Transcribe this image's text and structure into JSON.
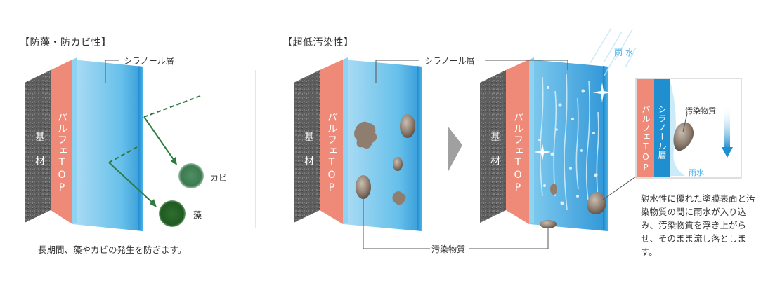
{
  "left_section": {
    "title": "【防藻・防カビ性】",
    "layer_label": "シラノール層",
    "substrate_label": "基 材",
    "coating_label": "パルフェTOP",
    "mold_label": "カビ",
    "algae_label": "藻",
    "caption": "長期間、藻やカビの発生を防ぎます。"
  },
  "right_section": {
    "title": "【超低汚染性】",
    "layer_label": "シラノール層",
    "substrate_label_1": "基 材",
    "substrate_label_2": "基 材",
    "coating_label_1": "パルフェTOP",
    "coating_label_2": "パルフェTOP",
    "rain_label": "雨 水",
    "dirt_label": "汚染物質",
    "inset": {
      "coating_label": "パルフェTOP",
      "layer_label": "シラノール層",
      "dirt_label": "汚染物質",
      "rain_label": "雨水"
    },
    "note": "親水性に優れた塗膜表面と汚染物質の間に雨水が入り込み、汚染物質を浮き上がらせ、そのまま流し落とします。"
  },
  "colors": {
    "substrate": "#6b6b6b",
    "coating": "#f08a78",
    "silanol": "#4fb8e6",
    "silanol_dark": "#1f8fd0",
    "mold": "#3f7f4f",
    "algae": "#2f6a32",
    "dirt": "#8a7868"
  }
}
